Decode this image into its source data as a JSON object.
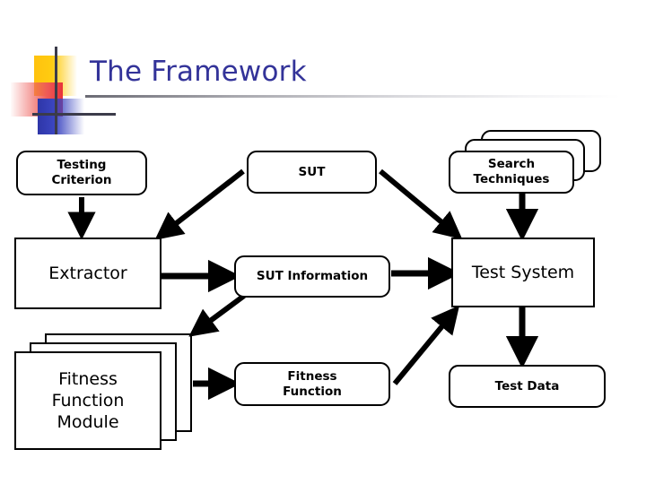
{
  "slide": {
    "title": "The Framework",
    "title_color": "#333399",
    "background": "#ffffff"
  },
  "decoration": {
    "name": "title-decoration",
    "yellow": "#FFC20E",
    "red": "#E8333A",
    "blue": "#2E36A8",
    "line": "#3b3b4a"
  },
  "diagram": {
    "type": "flowchart",
    "nodes": [
      {
        "id": "testing-criterion",
        "label": "Testing\nCriterion",
        "shape": "rounded-rect",
        "style": "bold",
        "stacked": false
      },
      {
        "id": "extractor",
        "label": "Extractor",
        "shape": "rect",
        "style": "plain",
        "stacked": false
      },
      {
        "id": "fitness-function-module",
        "label": "Fitness\nFunction\nModule",
        "shape": "rect",
        "style": "plain",
        "stacked": true
      },
      {
        "id": "sut",
        "label": "SUT",
        "shape": "rounded-rect",
        "style": "bold",
        "stacked": false
      },
      {
        "id": "sut-information",
        "label": "SUT Information",
        "shape": "rounded-rect",
        "style": "bold",
        "stacked": false
      },
      {
        "id": "fitness-function",
        "label": "Fitness\nFunction",
        "shape": "rounded-rect",
        "style": "bold",
        "stacked": false
      },
      {
        "id": "search-techniques",
        "label": "Search\nTechniques",
        "shape": "rounded-rect",
        "style": "bold",
        "stacked": true
      },
      {
        "id": "test-system",
        "label": "Test System",
        "shape": "rect",
        "style": "plain",
        "stacked": false
      },
      {
        "id": "test-data",
        "label": "Test Data",
        "shape": "rounded-rect",
        "style": "bold",
        "stacked": false
      }
    ],
    "edges": [
      {
        "from": "testing-criterion",
        "to": "extractor",
        "direction": "down"
      },
      {
        "from": "sut",
        "to": "extractor",
        "direction": "down-left"
      },
      {
        "from": "sut",
        "to": "test-system",
        "direction": "down-right"
      },
      {
        "from": "extractor",
        "to": "sut-information",
        "direction": "right"
      },
      {
        "from": "sut-information",
        "to": "test-system",
        "direction": "right"
      },
      {
        "from": "sut-information",
        "to": "fitness-function-module",
        "direction": "down-left"
      },
      {
        "from": "fitness-function-module",
        "to": "fitness-function",
        "direction": "right"
      },
      {
        "from": "fitness-function",
        "to": "test-system",
        "direction": "up-right"
      },
      {
        "from": "search-techniques",
        "to": "test-system",
        "direction": "down"
      },
      {
        "from": "test-system",
        "to": "test-data",
        "direction": "down"
      }
    ]
  }
}
